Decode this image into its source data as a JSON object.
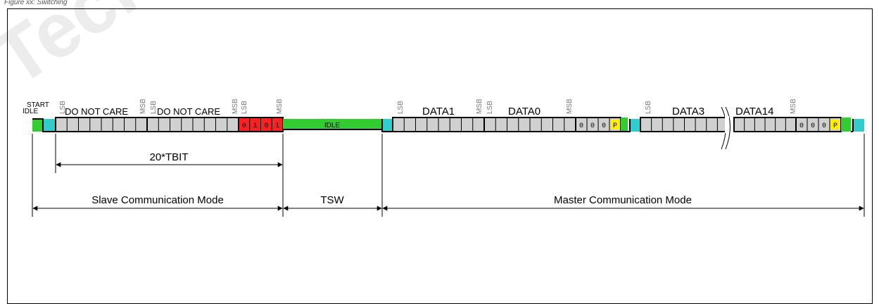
{
  "caption": "Figure xx: Switching",
  "watermark": "Techn",
  "colors": {
    "idle": "#33cc33",
    "start": "#33cccc",
    "bits": "#d0d0d0",
    "bits_dark": "#c8c8c8",
    "header_bits": "#ff2020",
    "parity": "#ffee00"
  },
  "labels": {
    "idle_left": "IDLE",
    "start": "START",
    "do_not_care_1": "DO NOT CARE",
    "do_not_care_2": "DO NOT CARE",
    "idle_mid": "IDLE",
    "data1": "DATA1",
    "data0": "DATA0",
    "data3": "DATA3",
    "data14": "DATA14",
    "lsb": "LSB",
    "msb": "MSB",
    "header_pattern": [
      "0",
      "1",
      "0",
      "1"
    ],
    "tail_pattern_a": [
      "0",
      "0",
      "0",
      "P"
    ],
    "tail_pattern_b": [
      "0",
      "0",
      "0",
      "P"
    ]
  },
  "dimensions": {
    "tbit": "20*TBIT",
    "slave": "Slave Communication Mode",
    "tsw": "TSW",
    "master": "Master Communication Mode"
  }
}
